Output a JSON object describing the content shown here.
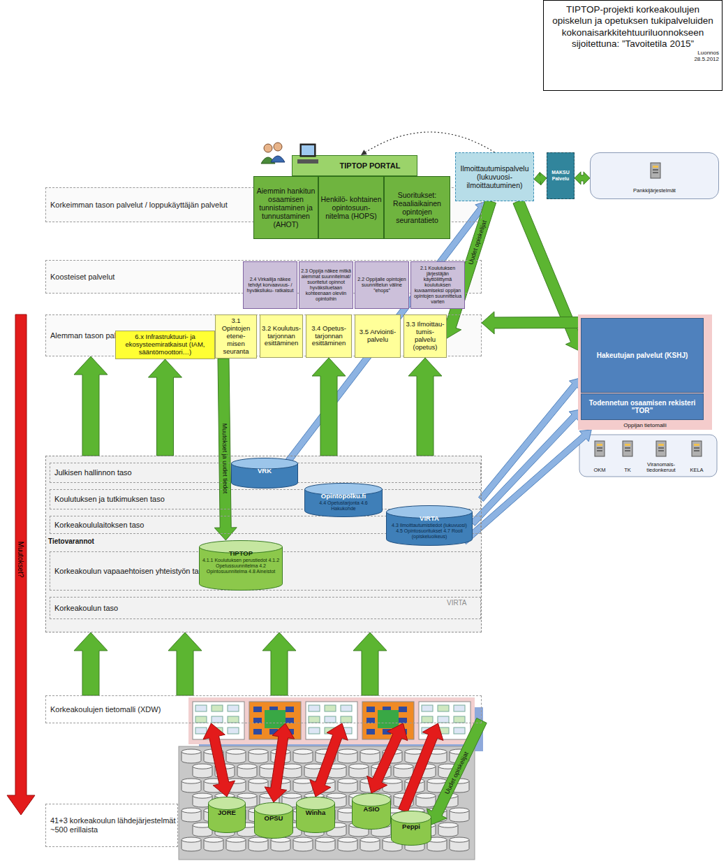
{
  "diagram": {
    "title": "TIPTOP-projekti korkeakoulujen opiskelun ja opetuksen tukipalveluiden kokonaisarkkitehtuuriluonnokseen sijoitettuna: ”Tavoitetila 2015”",
    "nodes": [
      {
        "text": [
          "Korkeimman tason palvelut / loppukäyttäjän palvelut"
        ]
      },
      {
        "text": [
          "TIPTOP PORTAL"
        ]
      },
      {
        "text": [
          "Aiemmin hankitun osaamisen tunnistaminen ja tunnustaminen (AHOT)"
        ]
      },
      {
        "text": [
          "Henkilö- kohtainen opintosuun- nitelma (HOPS)"
        ]
      },
      {
        "text": [
          "Suoritukset: Reaaliaikainen opintojen seurantatieto"
        ]
      },
      {
        "text": [
          "Ilmoittautumispalvelu (lukuvuosi- ilmoittautuminen)"
        ]
      },
      {
        "text": [
          "MAKSU Palvelu"
        ]
      },
      {
        "text": [
          "Pankkijärjestelmät"
        ]
      },
      {
        "text": [
          "Koosteiset palvelut"
        ]
      },
      {
        "text": [
          "2.4 Virkailija näkee tehdyt korvaavuus- / hyväksiluku- ratkaisut"
        ]
      },
      {
        "text": [
          "2.3 Oppija näkee mitkä aiemmat suunnitelmat/ suoritetut opinnot hyväksiluetaan kohteenaan oleviin opintoihin"
        ]
      },
      {
        "text": [
          "2.2 Oppijalle opintojen suunnittelun väline ”ehops”"
        ]
      },
      {
        "text": [
          "2.1 Koulutuksen järjestäjän käyttöliittymä koulutuksen kuvaamiseksi oppijan opintojen suunnittelua varten"
        ]
      },
      {
        "text": [
          "Alemman tason palvelut"
        ]
      },
      {
        "text": [
          "6.x Infrastruktuuri- ja ekosysteemiratkaisut (IAM, sääntömoottori…)"
        ]
      },
      {
        "text": [
          "3.1 Opintojen etene- misen seuranta"
        ]
      },
      {
        "text": [
          "3.2 Koulutus- tarjonnan esittäminen"
        ]
      },
      {
        "text": [
          "3.4 Opetus- tarjonnan esittäminen"
        ]
      },
      {
        "text": [
          "3.5 Arviointi- palvelu"
        ]
      },
      {
        "text": [
          "3.3 Ilmoittau- tumis- palvelu (opetus)"
        ]
      },
      {
        "text": [
          "Oppijan tietomalli"
        ]
      },
      {
        "text": [
          "Hakeutujan palvelut (KSHJ)"
        ],
        "in": 20
      },
      {
        "text": [
          "Todennetun osaamisen rekisteri ”TOR”"
        ],
        "in": 20
      },
      {
        "text": [
          "OKM"
        ]
      },
      {
        "text": [
          "TK"
        ]
      },
      {
        "text": [
          "Viranomais- tiedonkeruut"
        ]
      },
      {
        "text": [
          "KELA"
        ]
      },
      {
        "text": [
          "Tietovarannot"
        ]
      },
      {
        "text": [
          "Julkisen hallinnon taso"
        ],
        "in": 27
      },
      {
        "text": [
          "Koulutuksen ja tutkimuksen taso"
        ],
        "in": 27
      },
      {
        "text": [
          "Korkeakoululaitoksen taso"
        ],
        "in": 27
      },
      {
        "text": [
          "Korkeakoulun vapaaehtoisen yhteistyön taso"
        ],
        "in": 27
      },
      {
        "text": [
          "Korkeakoulun taso"
        ],
        "in": 27
      },
      {
        "text": [
          "VRK"
        ],
        "in": 27
      },
      {
        "text": [
          "Opintopolku.fi",
          "4.4 Opetustarjonta 4.6 Hakukohde"
        ],
        "in": 27
      },
      {
        "text": [
          "VIRTA",
          "4.3 Ilmoittautumistiedot (lukuvuosi) 4.5 Opintosuoritukset 4.7 Rooli (opiskeluoikeus)"
        ],
        "in": 27
      },
      {
        "text": [
          "TIPTOP",
          "4.1.1 Koulutuksen perustiedot 4.1.2 Opetussuunnitelma 4.2 Opintosuunnitelma 4.8 Aineistot"
        ],
        "in": 27
      },
      {
        "text": [
          "Korkeakoulujen tietomalli (XDW)"
        ]
      },
      {
        "text": [
          "41+3 korkeakoulun lähdejärjestelmät ~500 erillaista"
        ]
      },
      {
        "text": [
          "JORE"
        ]
      },
      {
        "text": [
          "OPSU"
        ]
      },
      {
        "text": [
          "Winha"
        ]
      },
      {
        "text": [
          "ASIO"
        ]
      },
      {
        "text": [
          "Peppi"
        ]
      }
    ],
    "edges": [
      {
        "from": 5,
        "to": 6,
        "arrow": "both"
      },
      {
        "from": 6,
        "to": 7,
        "arrow": "both"
      },
      {
        "from": 5,
        "to": 1,
        "arrow": "to"
      },
      {
        "from": 33,
        "to": 5,
        "arrow": "to"
      },
      {
        "from": 5,
        "to": 19,
        "label": "Uudet opiskelijat",
        "arrow": "to"
      },
      {
        "from": 5,
        "to": 21,
        "arrow": "to"
      },
      {
        "from": 21,
        "to": 13,
        "arrow": "to"
      },
      {
        "from": 15,
        "to": 36,
        "label": "Muutokset ja uudet tiedot",
        "arrow": "to"
      },
      {
        "from": 29,
        "to": 21,
        "arrow": "to"
      },
      {
        "from": 35,
        "to": 22,
        "arrow": "to"
      },
      {
        "from": 35,
        "to": 20,
        "arrow": "to"
      },
      {
        "from": 27,
        "to": 13,
        "arrow": "to"
      },
      {
        "from": 27,
        "to": 14,
        "arrow": "to"
      },
      {
        "from": 27,
        "to": 17,
        "arrow": "to"
      },
      {
        "from": 27,
        "to": 19,
        "arrow": "to"
      },
      {
        "from": 37,
        "to": 27,
        "arrow": "to"
      },
      {
        "from": 37,
        "to": 27,
        "arrow": "to"
      },
      {
        "from": 37,
        "to": 27,
        "arrow": "to"
      },
      {
        "from": 37,
        "to": 27,
        "arrow": "to"
      },
      {
        "from": 39,
        "to": 37,
        "arrow": "both"
      },
      {
        "from": 40,
        "to": 37,
        "arrow": "both"
      },
      {
        "from": 41,
        "to": 37,
        "arrow": "both"
      },
      {
        "from": 42,
        "to": 37,
        "arrow": "both"
      },
      {
        "from": 43,
        "to": 37,
        "arrow": "to"
      },
      {
        "from": 37,
        "to": 43,
        "label": "Uudet opiskelijat",
        "arrow": "to"
      }
    ],
    "labels": [
      "Luonnos",
      "28.5.2012",
      "VIRTA",
      "Muutokset?"
    ]
  }
}
